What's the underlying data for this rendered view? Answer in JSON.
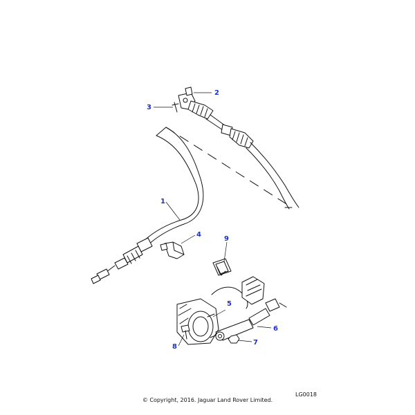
{
  "diagram": {
    "callouts": [
      {
        "id": "1",
        "label": "1"
      },
      {
        "id": "2",
        "label": "2"
      },
      {
        "id": "3",
        "label": "3"
      },
      {
        "id": "4",
        "label": "4"
      },
      {
        "id": "5",
        "label": "5"
      },
      {
        "id": "6",
        "label": "6"
      },
      {
        "id": "7",
        "label": "7"
      },
      {
        "id": "8",
        "label": "8"
      },
      {
        "id": "9",
        "label": "9"
      }
    ],
    "colors": {
      "callout": "#1a2fd4",
      "line": "#111111"
    },
    "reference_code": "LG0018",
    "copyright": "© Copyright, 2016. Jaguar Land Rover Limited."
  }
}
